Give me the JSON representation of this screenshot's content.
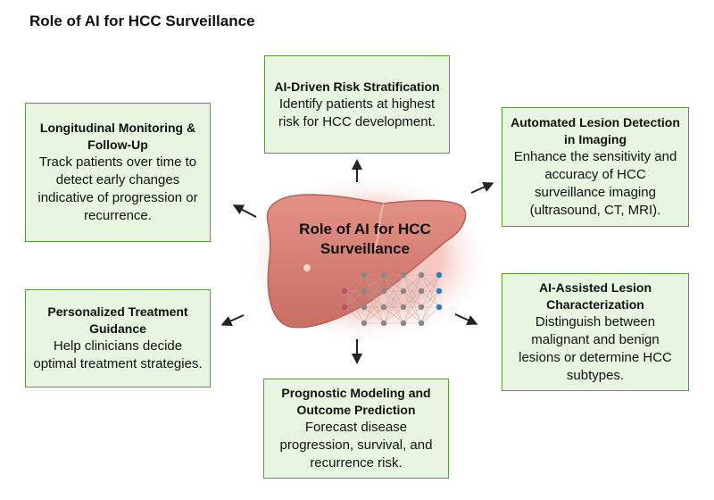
{
  "title": "Role of AI for HCC Surveillance",
  "center_label": "Role of AI for HCC Surveillance",
  "boxes": {
    "risk": {
      "heading": "AI-Driven Risk Stratification",
      "body": "Identify patients at highest risk for HCC development."
    },
    "detection": {
      "heading": "Automated Lesion Detection in Imaging",
      "body": "Enhance the sensitivity and accuracy of HCC surveillance imaging (ultrasound, CT, MRI)."
    },
    "characterization": {
      "heading": "AI-Assisted Lesion Characterization",
      "body": "Distinguish between malignant and benign lesions or determine HCC subtypes."
    },
    "prognostic": {
      "heading": "Prognostic Modeling and Outcome Prediction",
      "body": "Forecast disease progression, survival, and recurrence risk."
    },
    "treatment": {
      "heading": "Personalized Treatment Guidance",
      "body": "Help clinicians decide optimal treatment strategies."
    },
    "monitoring": {
      "heading": "Longitudinal Monitoring & Follow-Up",
      "body": "Track patients over time to detect early changes indicative of progression or recurrence."
    }
  },
  "colors": {
    "box_fill": "#e8f5e0",
    "box_border": "#5a9a3e",
    "liver": "#d77f74",
    "network_node_gray": "#888888",
    "network_node_red": "#c0506a",
    "network_node_blue": "#2a7fc0"
  }
}
